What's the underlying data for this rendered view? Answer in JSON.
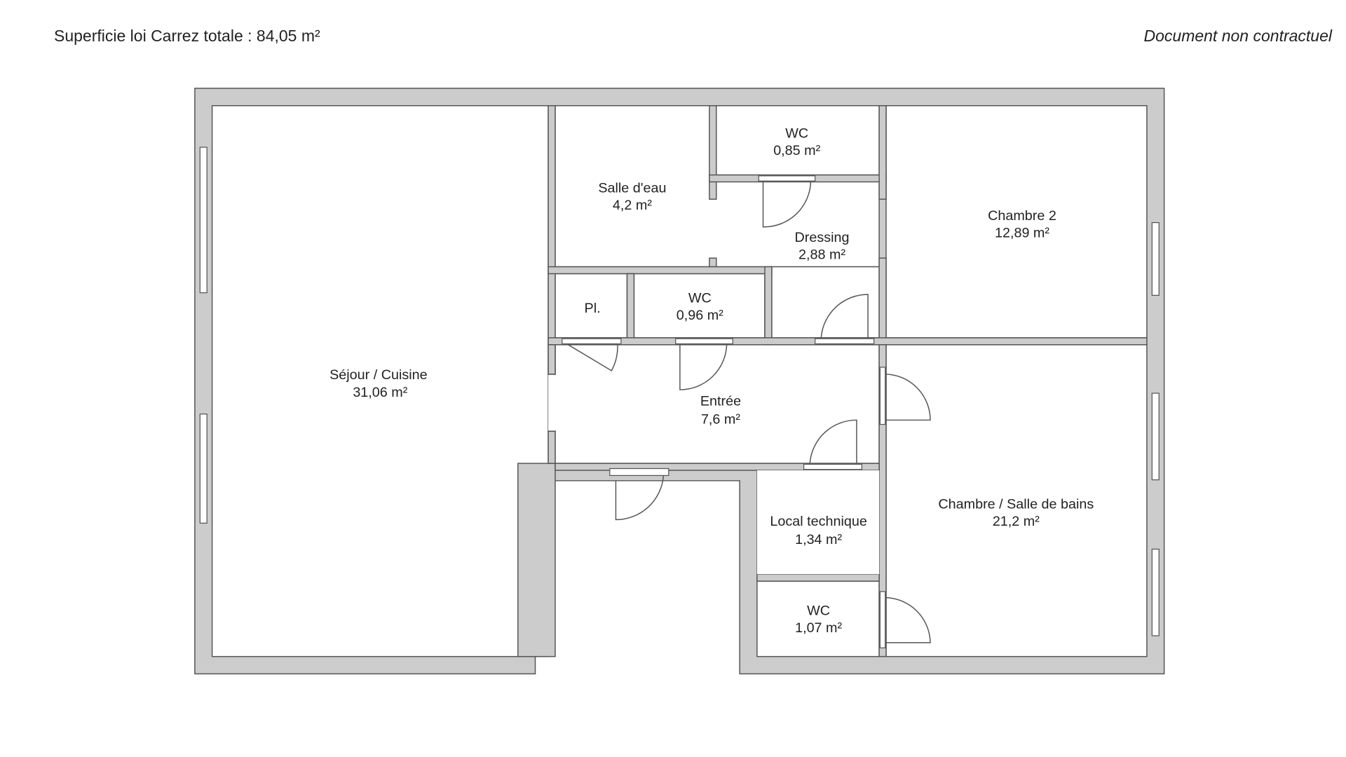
{
  "header": {
    "total_label": "Superficie loi Carrez totale :  84,05 m²",
    "disclaimer": "Document non contractuel"
  },
  "rooms": {
    "sejour": {
      "name": "Séjour / Cuisine",
      "area": "31,06 m²"
    },
    "salle_eau": {
      "name": "Salle d'eau",
      "area": "4,2 m²"
    },
    "wc1": {
      "name": "WC",
      "area": "0,85 m²"
    },
    "dressing": {
      "name": "Dressing",
      "area": "2,88 m²"
    },
    "chambre2": {
      "name": "Chambre 2",
      "area": "12,89 m²"
    },
    "placard": {
      "name": "Pl."
    },
    "wc2": {
      "name": "WC",
      "area": "0,96 m²"
    },
    "entree": {
      "name": "Entrée",
      "area": "7,6 m²"
    },
    "chambre_sdb": {
      "name": "Chambre / Salle de bains",
      "area": "21,2 m²"
    },
    "local": {
      "name": "Local technique",
      "area": "1,34 m²"
    },
    "wc3": {
      "name": "WC",
      "area": "1,07 m²"
    }
  },
  "colors": {
    "wall": "#cccccc",
    "outline": "#555555"
  }
}
